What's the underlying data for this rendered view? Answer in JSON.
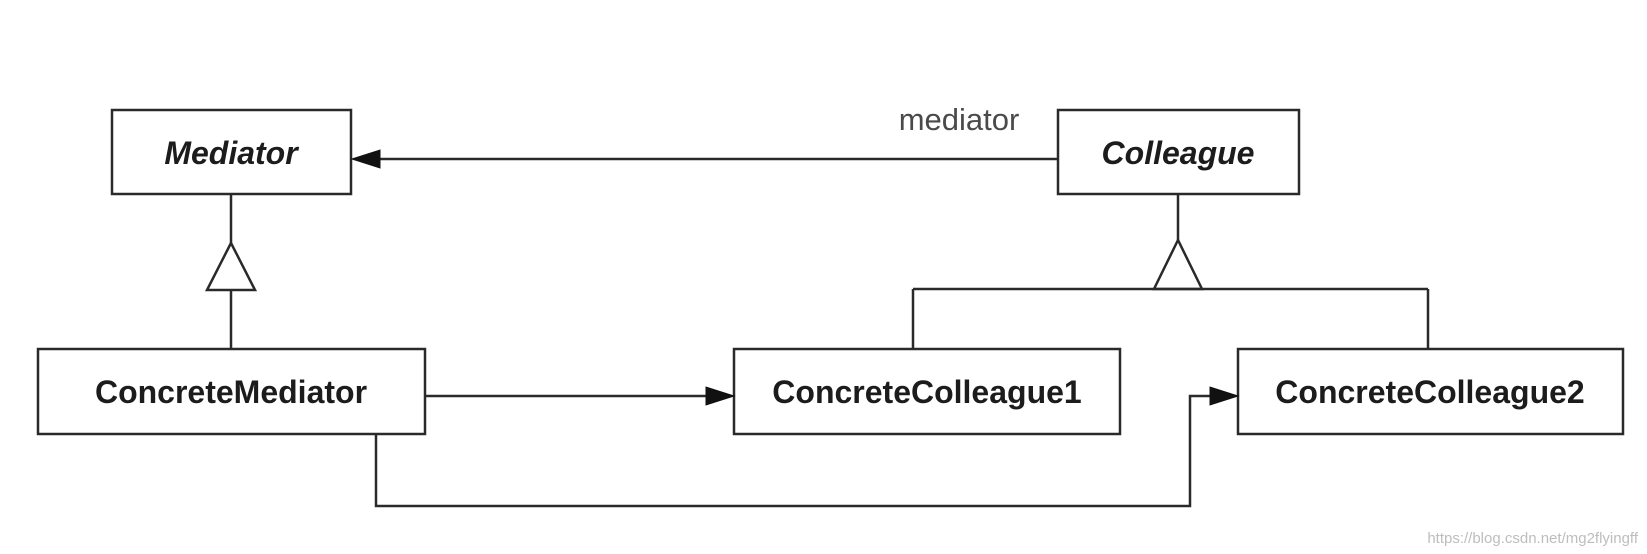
{
  "diagram": {
    "classes": {
      "mediator": "Mediator",
      "colleague": "Colleague",
      "concrete_mediator": "ConcreteMediator",
      "concrete_colleague1": "ConcreteColleague1",
      "concrete_colleague2": "ConcreteColleague2"
    },
    "association_label": "mediator",
    "watermark": "https://blog.csdn.net/mg2flyingff"
  }
}
